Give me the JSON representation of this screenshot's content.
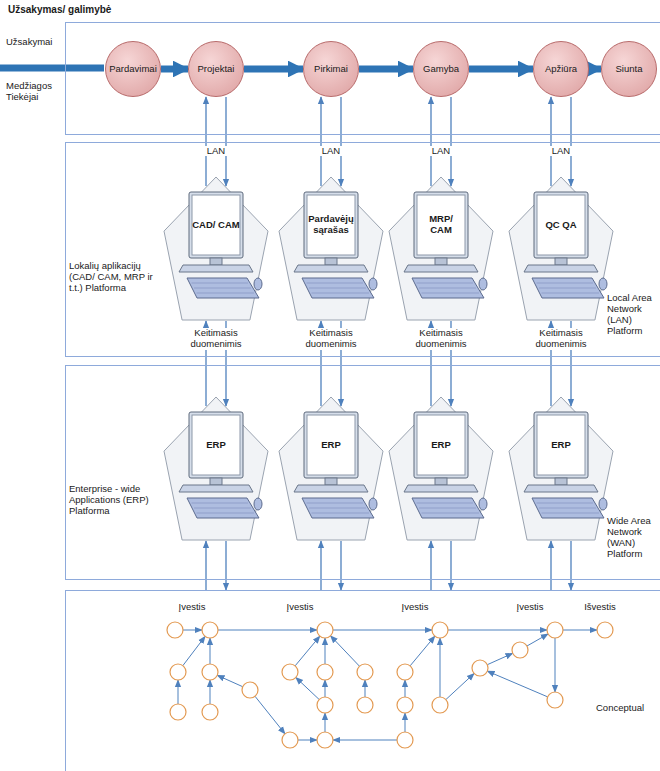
{
  "diagram": {
    "title": "Užsakymas/ galimybė",
    "nodes": [
      {
        "text": [
          "Užsakymai",
          "Medžiagos Tiekėjai"
        ]
      },
      {
        "text": [
          "Pardavimai"
        ],
        "in": 0
      },
      {
        "text": [
          "Projektai"
        ],
        "in": 0
      },
      {
        "text": [
          "Pirkimai"
        ],
        "in": 0
      },
      {
        "text": [
          "Gamyba"
        ],
        "in": 0
      },
      {
        "text": [
          "Apžiūra"
        ],
        "in": 0
      },
      {
        "text": [
          "Siunta"
        ],
        "in": 0
      },
      {
        "text": [
          "Lokalių aplikacijų (CAD/ CAM, MRP ir t.t.) Platforma",
          "Local Area Network (LAN) Platform"
        ]
      },
      {
        "text": [
          "CAD/ CAM"
        ],
        "in": 7
      },
      {
        "text": [
          "Pardavėjų sąrašas"
        ],
        "in": 7
      },
      {
        "text": [
          "MRP/ CAM"
        ],
        "in": 7
      },
      {
        "text": [
          "QC QA"
        ],
        "in": 7
      },
      {
        "text": [
          "Enterprise - wide Applications (ERP) Platforma",
          "Wide Area Network (WAN) Platform"
        ]
      },
      {
        "text": [
          "ERP"
        ],
        "in": 12
      },
      {
        "text": [
          "ERP"
        ],
        "in": 12
      },
      {
        "text": [
          "ERP"
        ],
        "in": 12
      },
      {
        "text": [
          "ERP"
        ],
        "in": 12
      },
      {
        "text": [
          "Conceptual"
        ]
      }
    ],
    "edges": [
      {
        "from": 1,
        "to": 2,
        "arrow": "to"
      },
      {
        "from": 2,
        "to": 3,
        "arrow": "to"
      },
      {
        "from": 3,
        "to": 4,
        "arrow": "to"
      },
      {
        "from": 4,
        "to": 5,
        "arrow": "to"
      },
      {
        "from": 5,
        "to": 6,
        "arrow": "to"
      },
      {
        "from": 8,
        "to": 2,
        "label": "LAN",
        "arrow": "both"
      },
      {
        "from": 9,
        "to": 3,
        "label": "LAN",
        "arrow": "both"
      },
      {
        "from": 10,
        "to": 4,
        "label": "LAN",
        "arrow": "both"
      },
      {
        "from": 11,
        "to": 5,
        "label": "LAN",
        "arrow": "both"
      },
      {
        "from": 13,
        "to": 8,
        "label": "Keitimasis duomenimis",
        "arrow": "both"
      },
      {
        "from": 14,
        "to": 9,
        "label": "Keitimasis duomenimis",
        "arrow": "both"
      },
      {
        "from": 15,
        "to": 10,
        "label": "Keitimasis duomenimis",
        "arrow": "both"
      },
      {
        "from": 16,
        "to": 11,
        "label": "Keitimasis duomenimis",
        "arrow": "both"
      },
      {
        "from": 13,
        "to": 17,
        "arrow": "both"
      },
      {
        "from": 14,
        "to": 17,
        "arrow": "both"
      },
      {
        "from": 15,
        "to": 17,
        "arrow": "both"
      },
      {
        "from": 16,
        "to": 17,
        "arrow": "both"
      }
    ],
    "labels": [
      "Įvestis",
      "Įvestis",
      "Įvestis",
      "Įvestis",
      "Išvestis"
    ]
  }
}
